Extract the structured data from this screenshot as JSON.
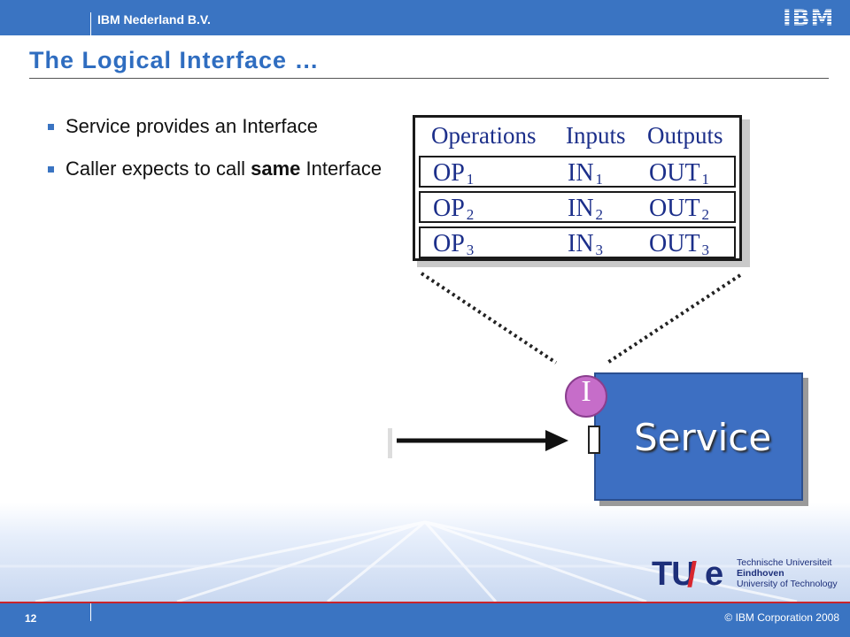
{
  "header": {
    "company": "IBM Nederland B.V.",
    "logo_text": "IBM"
  },
  "slide": {
    "title": "The Logical Interface …",
    "bullets": [
      {
        "text": "Service provides an Interface"
      },
      {
        "text_before": "Caller expects to call ",
        "bold": "same",
        "text_after": " Interface"
      }
    ]
  },
  "interface_table": {
    "headers": [
      "Operations",
      "Inputs",
      "Outputs"
    ],
    "rows": [
      {
        "op": "OP",
        "op_sub": "1",
        "in": "IN",
        "in_sub": "1",
        "out": "OUT",
        "out_sub": "1"
      },
      {
        "op": "OP",
        "op_sub": "2",
        "in": "IN",
        "in_sub": "2",
        "out": "OUT",
        "out_sub": "2"
      },
      {
        "op": "OP",
        "op_sub": "3",
        "in": "IN",
        "in_sub": "3",
        "out": "OUT",
        "out_sub": "3"
      }
    ]
  },
  "diagram": {
    "interface_letter": "I",
    "service_label": "Service",
    "colors": {
      "service": "#3d6fc2",
      "interface": "#c66dc9"
    }
  },
  "university": {
    "mark_left": "TU",
    "mark_slash": "/",
    "mark_right": "e",
    "line1": "Technische Universiteit",
    "line2": "Eindhoven",
    "line3": "University of Technology"
  },
  "footer": {
    "page_number": "12",
    "copyright": "© IBM Corporation 2008"
  }
}
